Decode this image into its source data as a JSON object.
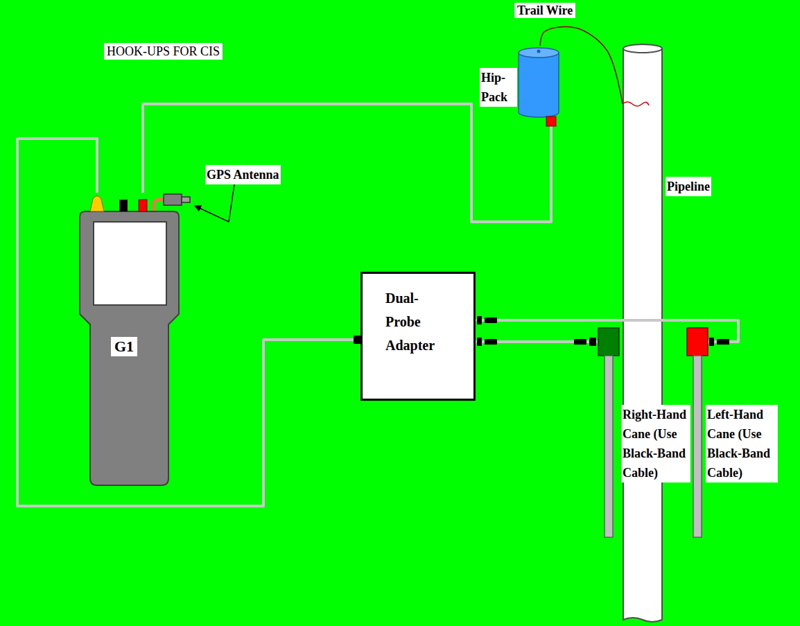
{
  "diagram": {
    "title": "HOOK-UPS FOR CIS",
    "nodes": [
      {
        "text": [
          "G1"
        ]
      },
      {
        "text": [
          "Hip-Pack"
        ]
      },
      {
        "text": [
          "Pipeline"
        ]
      },
      {
        "text": [
          "Dual-Probe Adapter"
        ]
      },
      {
        "text": [
          "Right-Hand Cane (Use Black-Band Cable)"
        ]
      },
      {
        "text": [
          "Left-Hand Cane (Use Black-Band Cable)"
        ]
      }
    ],
    "edges": [
      {
        "from": 0,
        "to": 3,
        "arrow": "none"
      },
      {
        "from": 0,
        "to": 1,
        "arrow": "none"
      },
      {
        "from": 1,
        "to": 2,
        "label": "Trail Wire",
        "arrow": "none"
      },
      {
        "from": 3,
        "to": 4,
        "arrow": "none"
      },
      {
        "from": 3,
        "to": 5,
        "arrow": "none"
      }
    ],
    "labels": [
      "GPS Antenna"
    ]
  }
}
